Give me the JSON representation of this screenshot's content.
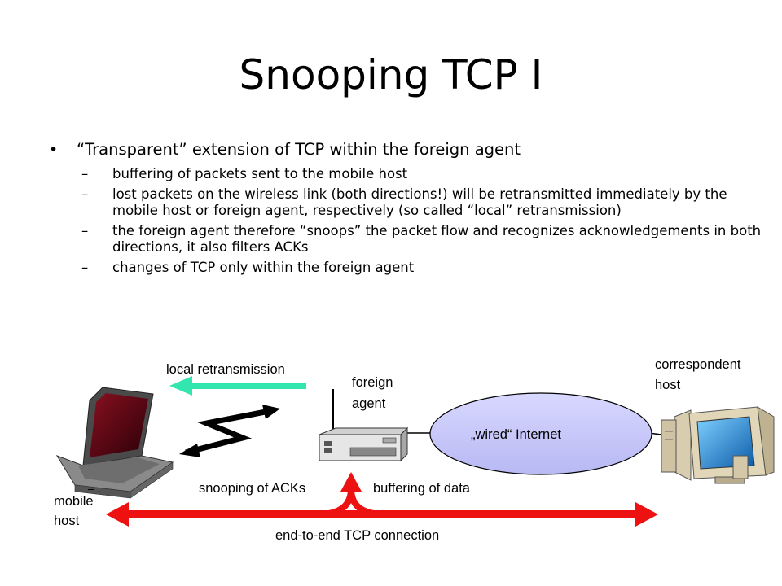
{
  "title": "Snooping TCP I",
  "main_bullet": "“Transparent” extension of TCP within the foreign agent",
  "sub_bullets": [
    "buffering of packets sent to the mobile host",
    "lost packets on the wireless link (both directions!) will be retransmitted immediately by the mobile host or foreign agent, respectively (so called “local” retransmission)",
    "the foreign agent therefore “snoops” the packet flow and recognizes acknowledgements in both directions, it also filters ACKs",
    "changes of TCP only within the foreign agent"
  ],
  "diagram": {
    "local_retransmission": "local retransmission",
    "foreign_agent_line1": "foreign",
    "foreign_agent_line2": "agent",
    "correspondent_line1": "correspondent",
    "correspondent_line2": "host",
    "internet": "„wired“ Internet",
    "mobile_line1": "mobile",
    "mobile_line2": "host",
    "snooping": "snooping of ACKs",
    "buffering": "buffering of data",
    "end_to_end": "end-to-end TCP connection"
  },
  "colors": {
    "retransmission_arrow": "#33e6b0",
    "tcp_connection": "#ee1111",
    "internet_cloud": "#ccccff"
  },
  "icons": [
    "laptop-icon",
    "router-icon",
    "desktop-computer-icon",
    "wireless-link-icon"
  ]
}
